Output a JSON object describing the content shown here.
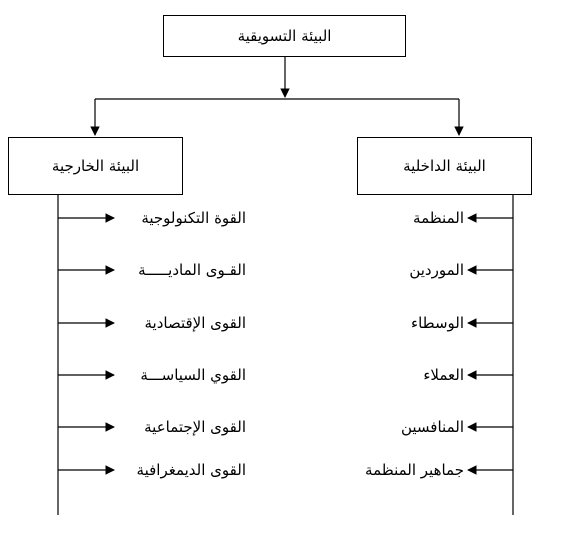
{
  "root": {
    "label": "البيئة التسويقية"
  },
  "left_branch": {
    "label": "البيئة الخارجية",
    "items": [
      "القوة التكنولوجية",
      "القـوى الماديـــــة",
      "القوى الإقتصادية",
      "القوي السياســـة",
      "القوى الإجتماعية",
      "القوى الديمغرافية"
    ]
  },
  "right_branch": {
    "label": "البيئة الداخلية",
    "items": [
      "المنظمة",
      "الموردين",
      "الوسطاء",
      "العملاء",
      "المنافسين",
      "جماهير المنظمة"
    ]
  }
}
